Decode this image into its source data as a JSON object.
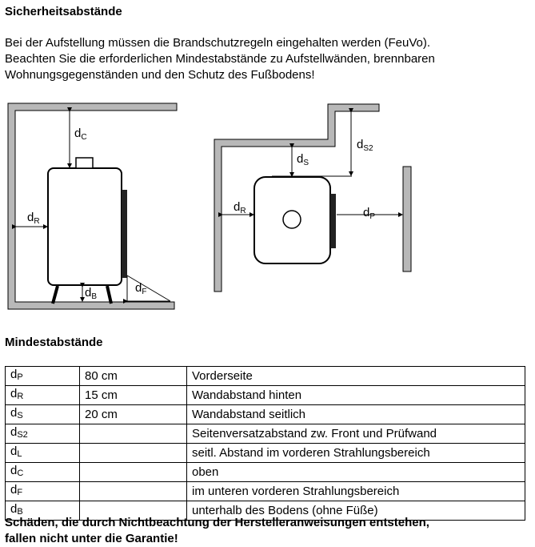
{
  "title": "Sicherheitsabstände",
  "intro": {
    "line1": "Bei der Aufstellung müssen die Brandschutzregeln eingehalten werden (FeuVo).",
    "line2": "Beachten Sie die erforderlichen Mindestabstände zu Aufstellwänden, brennbaren",
    "line3": "Wohnungsgegenständen und den Schutz des Fußbodens!"
  },
  "diagram": {
    "left": {
      "dc": {
        "main": "d",
        "sub": "C"
      },
      "dr": {
        "main": "d",
        "sub": "R"
      },
      "db": {
        "main": "d",
        "sub": "B"
      },
      "df": {
        "main": "d",
        "sub": "F"
      }
    },
    "right": {
      "ds": {
        "main": "d",
        "sub": "S"
      },
      "ds2": {
        "main": "d",
        "sub": "S2"
      },
      "dr": {
        "main": "d",
        "sub": "R"
      },
      "dp": {
        "main": "d",
        "sub": "P"
      }
    }
  },
  "section_title": "Mindestabstände",
  "table": {
    "rows": [
      {
        "sym": "d",
        "sub": "P",
        "value": "80 cm",
        "desc": "Vorderseite"
      },
      {
        "sym": "d",
        "sub": "R",
        "value": "15 cm",
        "desc": "Wandabstand hinten"
      },
      {
        "sym": "d",
        "sub": "S",
        "value": "20 cm",
        "desc": "Wandabstand seitlich"
      },
      {
        "sym": "d",
        "sub": "S2",
        "value": "",
        "desc": "Seitenversatzabstand zw. Front und Prüfwand"
      },
      {
        "sym": "d",
        "sub": "L",
        "value": "",
        "desc": "seitl. Abstand im vorderen Strahlungsbereich"
      },
      {
        "sym": "d",
        "sub": "C",
        "value": "",
        "desc": "oben"
      },
      {
        "sym": "d",
        "sub": "F",
        "value": "",
        "desc": "im unteren vorderen Strahlungsbereich"
      },
      {
        "sym": "d",
        "sub": "B",
        "value": "",
        "desc": "unterhalb des Bodens (ohne Füße)"
      }
    ]
  },
  "warning": {
    "line1": "Schäden, die durch Nichtbeachtung der Herstelleranweisungen entstehen,",
    "line2": "fallen nicht unter die Garantie!"
  }
}
